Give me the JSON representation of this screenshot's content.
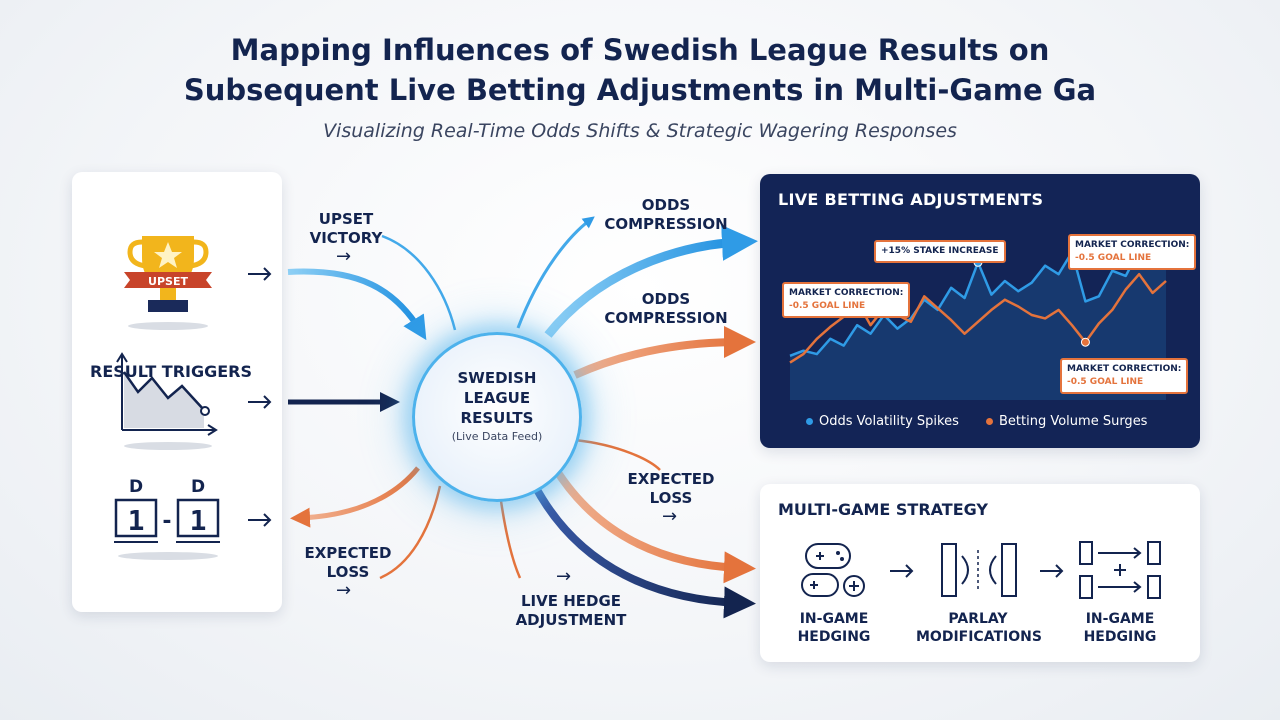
{
  "header": {
    "title_line1": "Mapping Influences of Swedish League Results on",
    "title_line2": "Subsequent Live Betting Adjustments in Multi-Game Ga",
    "subtitle": "Visualizing Real-Time Odds Shifts & Strategic Wagering Responses"
  },
  "result_triggers": {
    "title": "RESULT TRIGGERS",
    "upset_badge": "UPSET",
    "score_left_letter": "D",
    "score_right_letter": "D",
    "score_left": "1",
    "score_dash": "-",
    "score_right": "1"
  },
  "flow_labels": {
    "upset_victory_line1": "UPSET",
    "upset_victory_line2": "VICTORY",
    "expected_loss_left_line1": "EXPECTED",
    "expected_loss_left_line2": "LOSS",
    "odds_compression_1_line1": "ODDS",
    "odds_compression_1_line2": "COMPRESSION",
    "odds_compression_2_line1": "ODDS",
    "odds_compression_2_line2": "COMPRESSION",
    "expected_loss_right_line1": "EXPECTED",
    "expected_loss_right_line2": "LOSS",
    "live_hedge_line1": "LIVE HEDGE",
    "live_hedge_line2": "ADJUSTMENT",
    "arrow_glyph": "→"
  },
  "hub": {
    "line1": "SWEDISH",
    "line2": "LEAGUE",
    "line3": "RESULTS",
    "sub": "(Live Data Feed)"
  },
  "live_betting": {
    "title": "LIVE BETTING ADJUSTMENTS",
    "callouts": [
      {
        "line1": "MARKET CORRECTION:",
        "line2": "-0.5 GOAL LINE"
      },
      {
        "line1": "+15% STAKE INCREASE",
        "line2": ""
      },
      {
        "line1": "MARKET CORRECTION:",
        "line2": "-0.5 GOAL LINE"
      },
      {
        "line1": "MARKET CORRECTION:",
        "line2": "-0.5 GOAL LINE"
      }
    ],
    "legend": [
      {
        "label": "Odds Volatility Spikes",
        "color": "#2f9be6"
      },
      {
        "label": "Betting Volume Surges",
        "color": "#e4733c"
      }
    ]
  },
  "chart_data": {
    "type": "line",
    "x": [
      0,
      1,
      2,
      3,
      4,
      5,
      6,
      7,
      8,
      9,
      10,
      11,
      12,
      13,
      14,
      15,
      16,
      17,
      18,
      19,
      20,
      21,
      22,
      23,
      24,
      25,
      26,
      27,
      28
    ],
    "series": [
      {
        "name": "Odds Volatility Spikes",
        "color": "#2f9be6",
        "values": [
          2.6,
          2.9,
          2.7,
          3.6,
          3.2,
          4.4,
          3.9,
          5.0,
          4.2,
          4.8,
          5.9,
          5.3,
          6.6,
          6.0,
          8.1,
          6.2,
          7.0,
          6.4,
          6.9,
          7.9,
          7.4,
          8.7,
          5.8,
          6.1,
          7.6,
          7.3,
          8.8,
          8.1,
          9.1
        ]
      },
      {
        "name": "Betting Volume Surges",
        "color": "#e4733c",
        "values": [
          2.2,
          2.7,
          3.6,
          4.3,
          4.9,
          5.8,
          4.4,
          5.4,
          5.0,
          4.6,
          6.1,
          5.4,
          4.7,
          3.9,
          4.6,
          5.3,
          5.9,
          5.5,
          5.0,
          4.8,
          5.3,
          4.4,
          3.4,
          4.5,
          5.3,
          6.5,
          7.4,
          6.3,
          7.0
        ]
      }
    ],
    "highlight_points": [
      {
        "series": 1,
        "x": 5
      },
      {
        "series": 0,
        "x": 14
      },
      {
        "series": 0,
        "x": 26
      },
      {
        "series": 1,
        "x": 22
      }
    ],
    "ylim": [
      0,
      10
    ]
  },
  "strategy": {
    "title": "MULTI-GAME STRATEGY",
    "items": [
      {
        "line1": "IN-GAME",
        "line2": "HEDGING"
      },
      {
        "line1": "PARLAY",
        "line2": "MODIFICATIONS"
      },
      {
        "line1": "IN-GAME",
        "line2": "HEDGING"
      }
    ],
    "arrow_glyph": "→"
  },
  "colors": {
    "navy": "#13244f",
    "blue": "#2f9be6",
    "orange": "#e4733c",
    "card_dark": "#132456"
  }
}
